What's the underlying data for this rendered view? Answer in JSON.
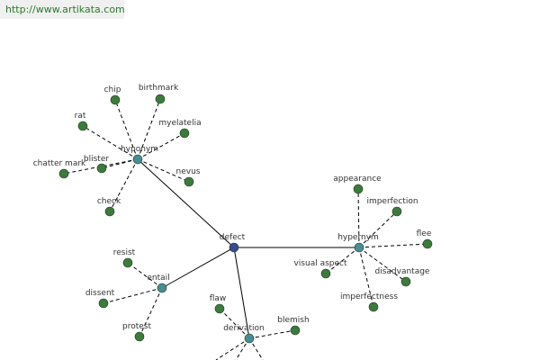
{
  "banner": {
    "url": "http://www.artikata.com"
  },
  "colors": {
    "center_node": "#3a4a8c",
    "relation_node": "#4a8c94",
    "leaf_node": "#3d7a3d",
    "edge": "#000000",
    "label": "#333333",
    "banner_text": "#2a7a2a"
  },
  "graph": {
    "center": {
      "id": "defect",
      "label": "defect"
    },
    "relations": [
      {
        "id": "hyponym",
        "label": "hyponym",
        "leaves": [
          "chip",
          "birthmark",
          "rat",
          "myelatelia",
          "chatter mark",
          "blister",
          "nevus",
          "check"
        ]
      },
      {
        "id": "hypernym",
        "label": "hypernym",
        "leaves": [
          "appearance",
          "imperfection",
          "flee",
          "visual aspect",
          "disadvantage",
          "imperfectness"
        ]
      },
      {
        "id": "entail",
        "label": "entail",
        "leaves": [
          "resist",
          "dissent",
          "protest"
        ]
      },
      {
        "id": "derivation",
        "label": "derivation",
        "leaves": [
          "flaw",
          "blemish"
        ]
      }
    ]
  }
}
